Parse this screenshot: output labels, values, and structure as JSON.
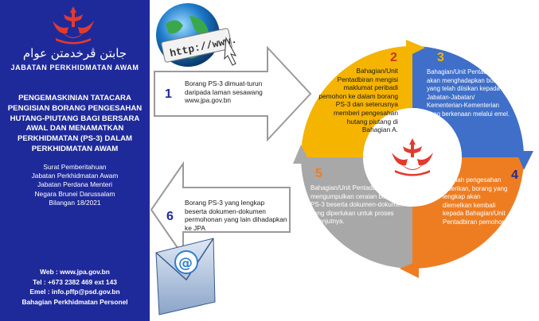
{
  "panel": {
    "jawi_name": "جابتن ڤرخدمتن عوام",
    "dept_name": "JABATAN PERKHIDMATAN AWAM",
    "title": "PENGEMASKINIAN TATACARA PENGISIAN BORANG PENGESAHAN HUTANG-PIUTANG BAGI BERSARA AWAL DAN MENAMATKAN PERKHIDMATAN (PS-3) DALAM PERKHIDMATAN AWAM",
    "notice": {
      "line1": "Surat Pemberitahuan",
      "line2": "Jabatan Perkhidmatan Awam",
      "line3": "Jabatan Perdana Menteri",
      "line4": "Negara Brunei Darussalam",
      "line5": "Bilangan 18/2021"
    },
    "contact": {
      "web": "Web : www.jpa.gov.bn",
      "tel": "Tel : +673 2382 469 ext 143",
      "email": "Emel : info.pffp@psd.gov.bn",
      "unit": "Bahagian Perkhidmatan Personel"
    }
  },
  "globe_label": "http://www.",
  "steps": {
    "s1": {
      "num": "1",
      "text": "Borang PS-3 dimuat-turun daripada laman sesawang www.jpa.gov.bn"
    },
    "s2": {
      "num": "2",
      "text": "Bahagian/Unit Pentadbiran mengisi maklumat peribadi pemohon ke dalam borang PS-3 dan seterusnya memberi pengesahan hutang piutang di Bahagian A."
    },
    "s3": {
      "num": "3",
      "text": "Bahagian/Unit Pentadbiran akan menghadapkan borang yang telah diisikan kepada Jabatan-Jabatan/ Kementerian-Kementerian yang berkenaan melalui emel."
    },
    "s4": {
      "num": "4",
      "text": "Setelah pengesahan diberikan, borang yang lengkap akan diemelkan kembali kepada Bahagian/Unit Pentadbiran pemohon."
    },
    "s5": {
      "num": "5",
      "text": "Bahagian/Unit Pentadbiran akan mengumpulkan ceraian borang PS-3 beserta dokumen-dokumen yang diperlukan untuk proses selanjutnya."
    },
    "s6": {
      "num": "6",
      "text": "Borang PS-3 yang lengkap beserta dokumen-dokumen permohonan yang lain dihadapkan ke JPA"
    }
  },
  "colors": {
    "panel": "#1f2a9a",
    "yellow": "#f5b400",
    "blue": "#3f6fc8",
    "orange": "#ee7d22",
    "gray": "#a8a8a8",
    "step_num_yellow": "#c0392b",
    "step_num_blue": "#1f2a9a"
  }
}
